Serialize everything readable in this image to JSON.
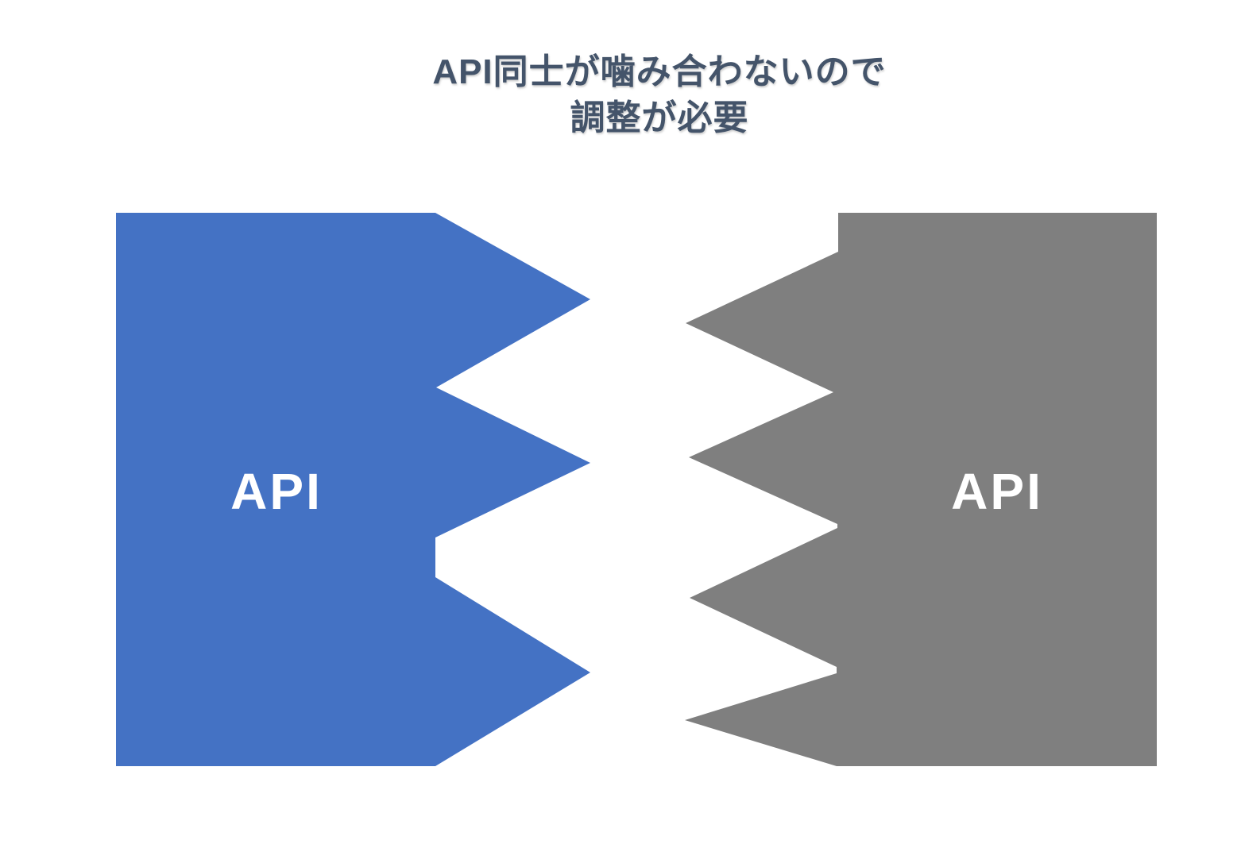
{
  "title": {
    "line1": "API同士が噛み合わないので",
    "line2": "調整が必要",
    "color": "#44546A"
  },
  "shapes": {
    "left": {
      "label": "API",
      "fill_color": "#4472C4",
      "label_color": "#FFFFFF"
    },
    "right": {
      "label": "API",
      "fill_color": "#7F7F7F",
      "label_color": "#FFFFFF"
    }
  },
  "background_color": "#FFFFFF"
}
